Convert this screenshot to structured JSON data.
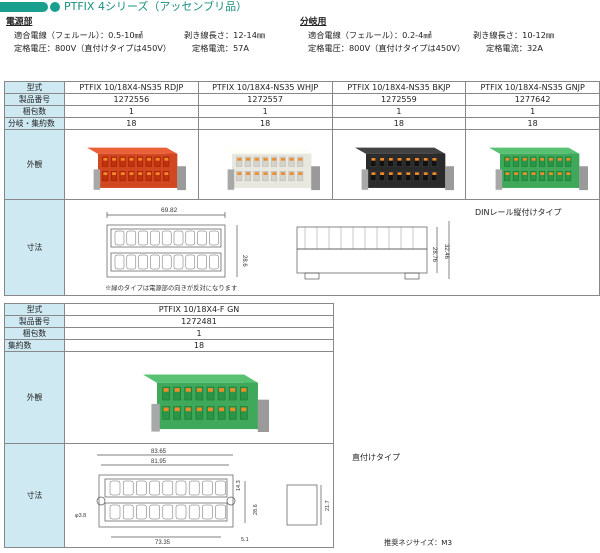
{
  "title": "PTFIX 4シリーズ（アッセンブリ品）",
  "power": {
    "heading": "電源部",
    "line1a": "適合電線（フェルール）：0.5-10㎟",
    "line1b": "剥き線長さ：12-14㎜",
    "line2a": "定格電圧：800V（直付けタイプは450V）",
    "line2b": "定格電流：57A"
  },
  "branch": {
    "heading": "分岐用",
    "line1a": "適合電線（フェルール）：0.2-4㎟",
    "line1b": "剥き線長さ：10-12㎜",
    "line2a": "定格電圧：800V（直付けタイプは450V）",
    "line2b": "定格電流：32A"
  },
  "labels": {
    "model": "型式",
    "part": "製品番号",
    "pack": "梱包数",
    "branches": "分岐・集約数",
    "appearance": "外観",
    "dimensions": "寸法",
    "aggregate": "集約数"
  },
  "table1": {
    "columns": [
      {
        "model": "PTFIX 10/18X4-NS35  RDJP",
        "part": "1272556",
        "pack": "1",
        "branches": "18",
        "color": "#d1471f"
      },
      {
        "model": "PTFIX 10/18X4-NS35  WHJP",
        "part": "1272557",
        "pack": "1",
        "branches": "18",
        "color": "#e8e8e0"
      },
      {
        "model": "PTFIX 10/18X4-NS35  BKJP",
        "part": "1272559",
        "pack": "1",
        "branches": "18",
        "color": "#2a2a2a"
      },
      {
        "model": "PTFIX 10/18X4-NS35 GNJP",
        "part": "1277642",
        "pack": "1",
        "branches": "18",
        "color": "#3fa85a"
      }
    ],
    "din_label": "DINレール縦付けタイプ",
    "note": "※緑のタイプは電源部の向きが反対になります",
    "dims": {
      "width": "69.82",
      "depth": "28.6",
      "h1": "28.76",
      "h2": "32.46"
    }
  },
  "table2": {
    "model": "PTFIX 10/18X4-F GN",
    "part": "1272481",
    "pack": "1",
    "aggregate": "18",
    "color": "#3fa85a",
    "direct_label": "直付けタイプ",
    "screw_label": "推奨ネジサイズ：M3",
    "dims": {
      "w1": "83.65",
      "w2": "81.95",
      "d1": "14.3",
      "d2": "28.6",
      "d3": "21.7",
      "bottom": "73.35",
      "hole": "φ3.8",
      "side": "5.1"
    }
  }
}
